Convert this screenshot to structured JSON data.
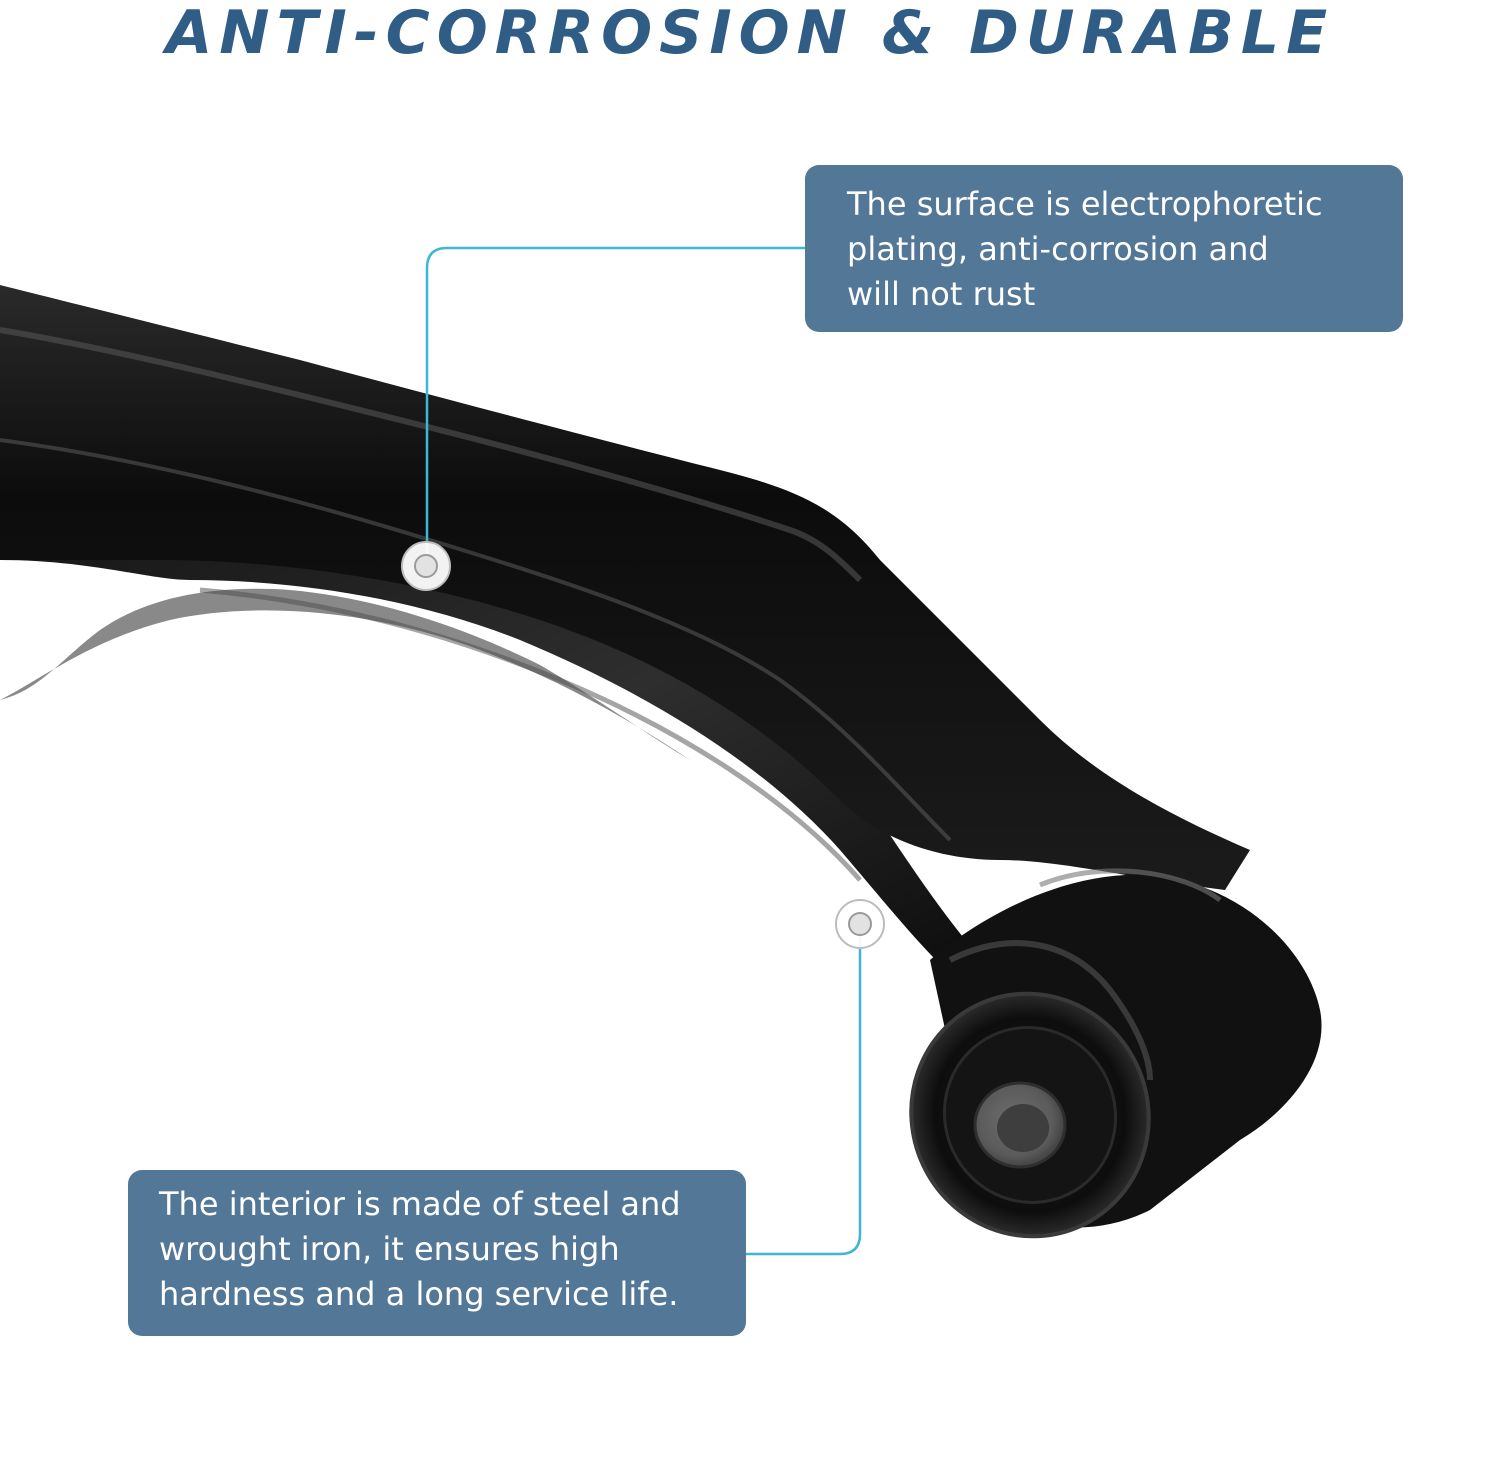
{
  "headline": {
    "text": "ANTI-CORROSION & DURABLE",
    "color": "#2f5d86"
  },
  "colors": {
    "callout_bg": "#537797",
    "callout_text": "#ffffff",
    "leader_line": "#3fb6d8",
    "marker_ring": "#ffffff",
    "marker_fill": "#e2e2e2",
    "part_black": "#101010"
  },
  "product_image": {
    "subject": "black control arm with rubber bushing",
    "icon": "control-arm-illustration"
  },
  "callouts": {
    "surface": {
      "lines": [
        "The surface is electrophoretic",
        "plating, anti-corrosion and",
        "will not rust"
      ]
    },
    "interior": {
      "lines": [
        "The interior is made of steel and",
        "wrought iron, it ensures high",
        "hardness and a long service life."
      ]
    }
  }
}
